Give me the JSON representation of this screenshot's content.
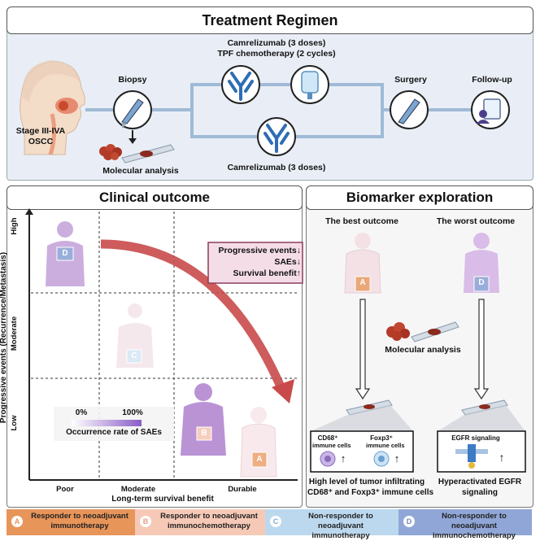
{
  "treatment": {
    "title": "Treatment Regimen",
    "stage": "Stage III-IVA",
    "oscc": "OSCC",
    "biopsy": "Biopsy",
    "molecular": "Molecular analysis",
    "arm1_line1": "Camrelizumab (3 doses)",
    "arm1_line2": "TPF chemotherapy (2 cycles)",
    "arm2": "Camrelizumab (3 doses)",
    "surgery": "Surgery",
    "followup": "Follow-up"
  },
  "clinical": {
    "title": "Clinical outcome",
    "y_axis": "Progressive events (Recurrence/Metastasis)",
    "y_ticks": [
      "High",
      "Moderate",
      "Low"
    ],
    "x_axis": "Long-term survival benefit",
    "x_ticks": [
      "Poor",
      "Moderate",
      "Durable"
    ],
    "box_line1": "Progressive events↓",
    "box_line2": "SAEs↓",
    "box_line3": "Survival benefit↑",
    "scale_min": "0%",
    "scale_max": "100%",
    "scale_label": "Occurrence rate of SAEs",
    "letters": [
      "D",
      "C",
      "B",
      "A"
    ]
  },
  "biomarker": {
    "title": "Biomarker exploration",
    "best": "The best outcome",
    "worst": "The worst outcome",
    "letter_best": "A",
    "letter_worst": "D",
    "molecular": "Molecular analysis",
    "cd68": "CD68⁺",
    "cd68_sub": "immune cells",
    "foxp3": "Foxp3⁺",
    "foxp3_sub": "immune cells",
    "egfr": "EGFR signaling",
    "up": "↑",
    "left_result_1": "High level of tumor infiltrating",
    "left_result_2": "CD68⁺ and Foxp3⁺ immune cells",
    "right_result_1": "Hyperactivated EGFR",
    "right_result_2": "signaling"
  },
  "legend": [
    {
      "letter": "A",
      "line1": "Responder to neoadjuvant",
      "line2": "immunotherapy",
      "color": "#e8955a"
    },
    {
      "letter": "B",
      "line1": "Responder to neoadjuvant",
      "line2": "immunochemotherapy",
      "color": "#f6c9b7"
    },
    {
      "letter": "C",
      "line1": "Non-responder to neoadjuvant",
      "line2": "immunotherapy",
      "color": "#bcd8ee"
    },
    {
      "letter": "D",
      "line1": "Non-responder to neoadjuvant",
      "line2": "immunochemotherapy",
      "color": "#8fa6d6"
    }
  ],
  "colors": {
    "top_bg": "#e9eef6",
    "arrow_red": "#c94a4a",
    "purple": "#8a5cc6",
    "pink_box": "#f5dde8"
  }
}
